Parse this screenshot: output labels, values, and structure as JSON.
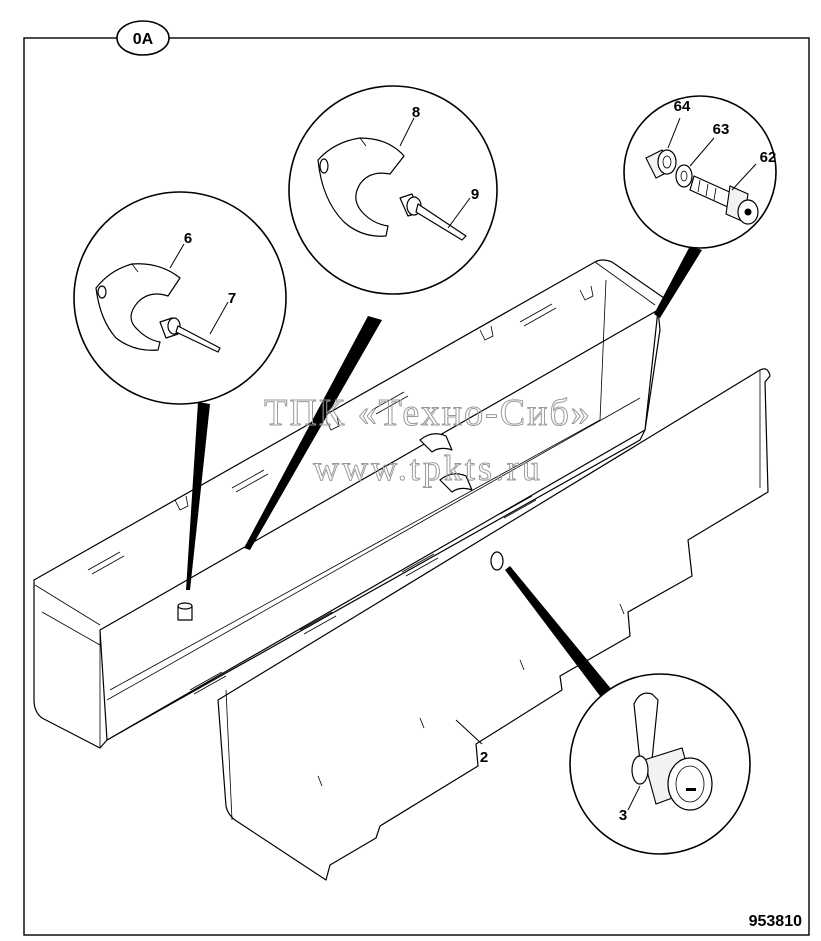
{
  "diagram": {
    "section_id": "0A",
    "drawing_number": "953810",
    "watermark": {
      "line1": "ТПК «Техно-Сиб»",
      "line2": "www.tpkts.ru"
    },
    "callouts": [
      {
        "id": "c2",
        "label": "2"
      },
      {
        "id": "c3",
        "label": "3"
      },
      {
        "id": "c6",
        "label": "6"
      },
      {
        "id": "c7",
        "label": "7"
      },
      {
        "id": "c8",
        "label": "8"
      },
      {
        "id": "c9",
        "label": "9"
      },
      {
        "id": "c62",
        "label": "62"
      },
      {
        "id": "c63",
        "label": "63"
      },
      {
        "id": "c64",
        "label": "64"
      }
    ]
  }
}
